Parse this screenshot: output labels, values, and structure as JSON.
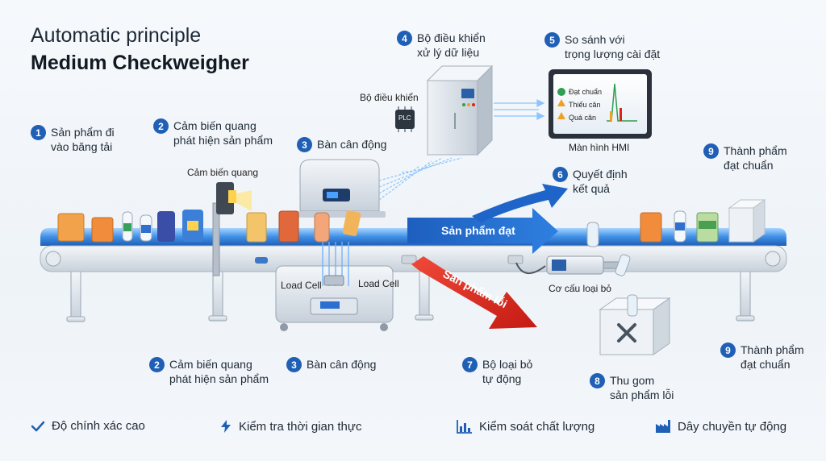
{
  "title": {
    "line1": "Automatic principle",
    "line2": "Medium Checkweigher"
  },
  "steps": {
    "s1": {
      "num": "1",
      "text": "Sản phẩm đi\nvào băng tải"
    },
    "s2_top": {
      "num": "2",
      "text": "Cảm biến quang\nphát hiện sản phẩm"
    },
    "s3_top": {
      "num": "3",
      "text": "Bàn cân động"
    },
    "s4": {
      "num": "4",
      "text": "Bộ điều khiển\nxử lý dữ liệu"
    },
    "s5": {
      "num": "5",
      "text": "So sánh với\ntrọng lượng cài đặt"
    },
    "s6": {
      "num": "6",
      "text": "Quyết định\nkết quả"
    },
    "s9_top": {
      "num": "9",
      "text": "Thành phẩm\nđạt chuẩn"
    },
    "s2_bottom": {
      "num": "2",
      "text": "Cảm biến quang\nphát hiện sản phẩm"
    },
    "s3_bottom": {
      "num": "3",
      "text": "Bàn cân động"
    },
    "s7": {
      "num": "7",
      "text": "Bộ loại bỏ\ntự động"
    },
    "s8": {
      "num": "8",
      "text": "Thu gom\nsản phẩm lỗi"
    },
    "s9_bottom": {
      "num": "9",
      "text": "Thành phẩm\nđạt chuẩn"
    }
  },
  "labels": {
    "controller": "Bộ điều khiển",
    "plc": "PLC",
    "optical_sensor": "Cảm biến quang",
    "hmi_screen": "Màn hình HMI",
    "load_cell_left": "Load Cell",
    "load_cell_right": "Load Cell",
    "reject_mechanism": "Cơ cấu loại bỏ",
    "pass_arrow": "Sản phẩm đạt",
    "fail_arrow": "Sản phẩm lỗi"
  },
  "hmi": {
    "items": [
      {
        "label": "Đạt chuẩn",
        "status": "ok",
        "color": "#2e9e4f"
      },
      {
        "label": "Thiếu cân",
        "status": "warn",
        "color": "#f0a020"
      },
      {
        "label": "Quá cân",
        "status": "warn",
        "color": "#f0a020"
      }
    ]
  },
  "footer": [
    {
      "icon": "check-icon",
      "label": "Độ chính xác cao"
    },
    {
      "icon": "lightning-icon",
      "label": "Kiểm tra thời gian thực"
    },
    {
      "icon": "bar-chart-icon",
      "label": "Kiểm soát chất lượng"
    },
    {
      "icon": "factory-icon",
      "label": "Dây chuyền tự động"
    }
  ],
  "colors": {
    "accent": "#1f5fb5",
    "pass": "#1f64c8",
    "fail": "#d8261c"
  }
}
